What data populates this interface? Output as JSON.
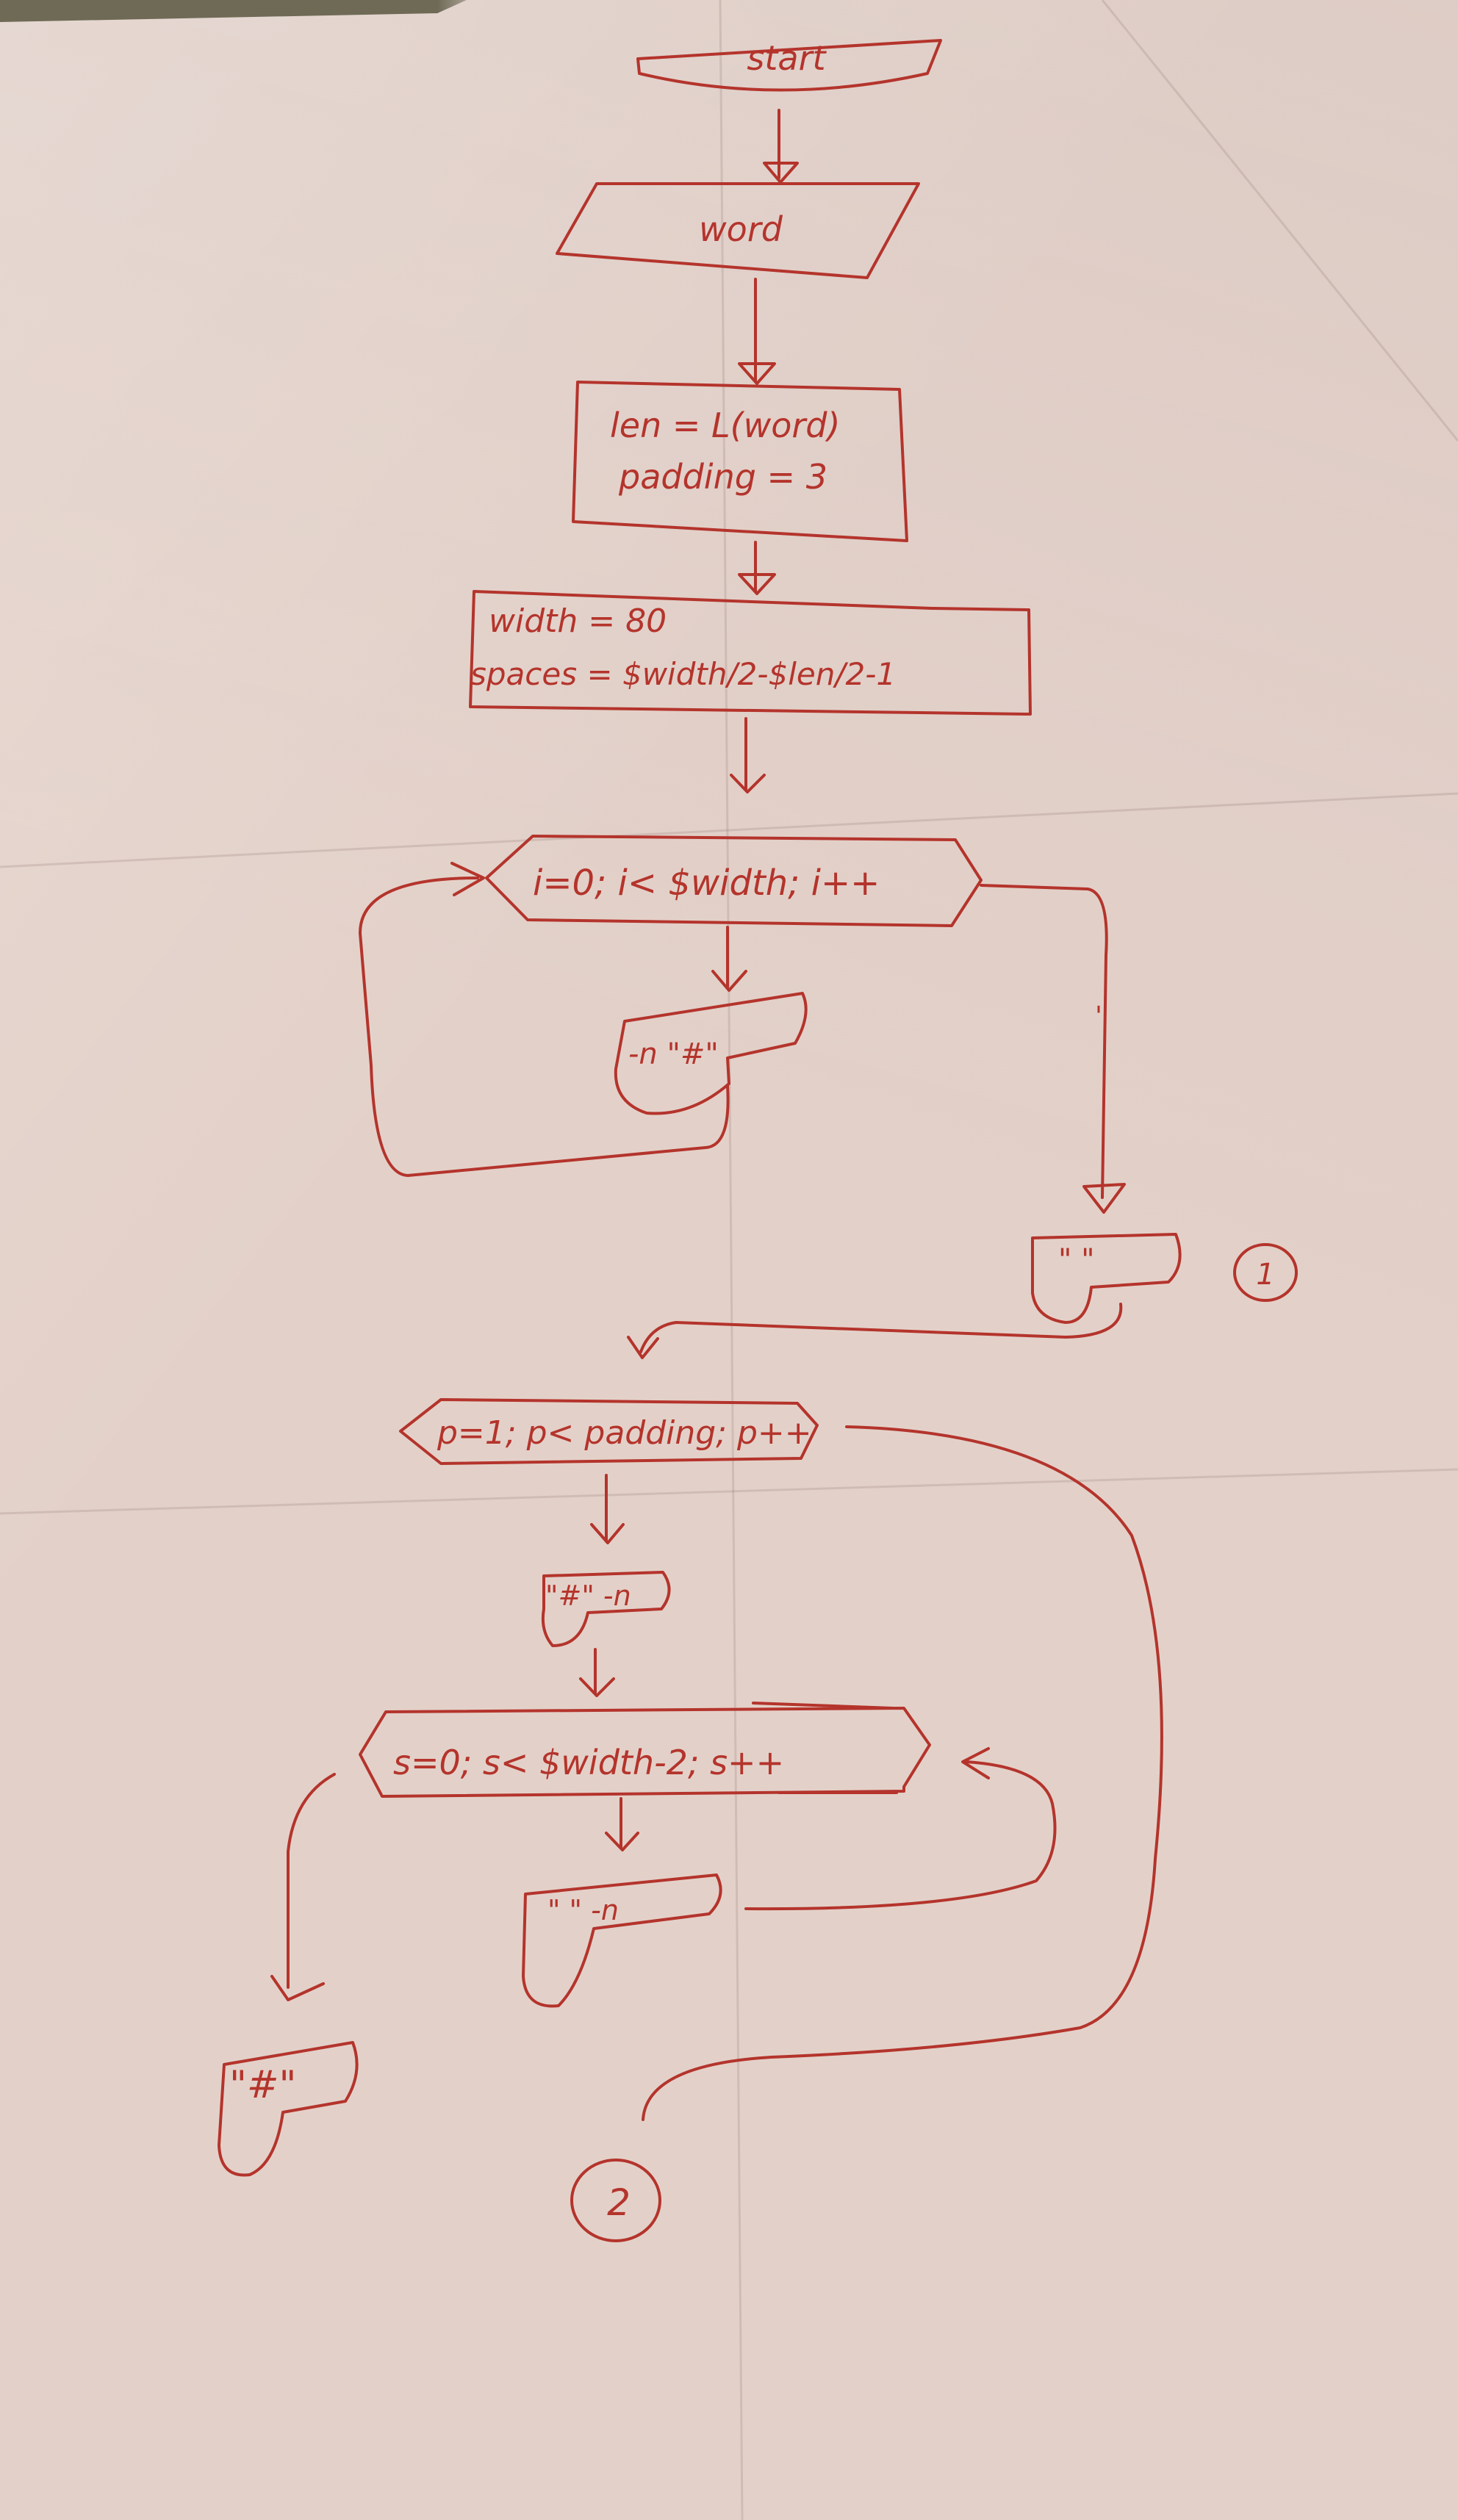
{
  "flowchart": {
    "start": "start",
    "input": "word",
    "process1": {
      "line1": "len = L(word)",
      "line2": "padding = 3"
    },
    "process2": {
      "line1": "width = 80",
      "line2": "spaces = $width/2-$len/2-1"
    },
    "loop_i": "i=0; i< $width; i++",
    "print_hash_n": "-n \"#\"",
    "print_empty": "\" \"",
    "connector_1": "1",
    "loop_p": "p=1; p< padding; p++",
    "print_hash_n2": "\"#\" -n",
    "loop_s": "s=0; s< $width-2; s++",
    "print_space_n": "\" \" -n",
    "print_hash": "\"#\"",
    "connector_2": "2"
  }
}
